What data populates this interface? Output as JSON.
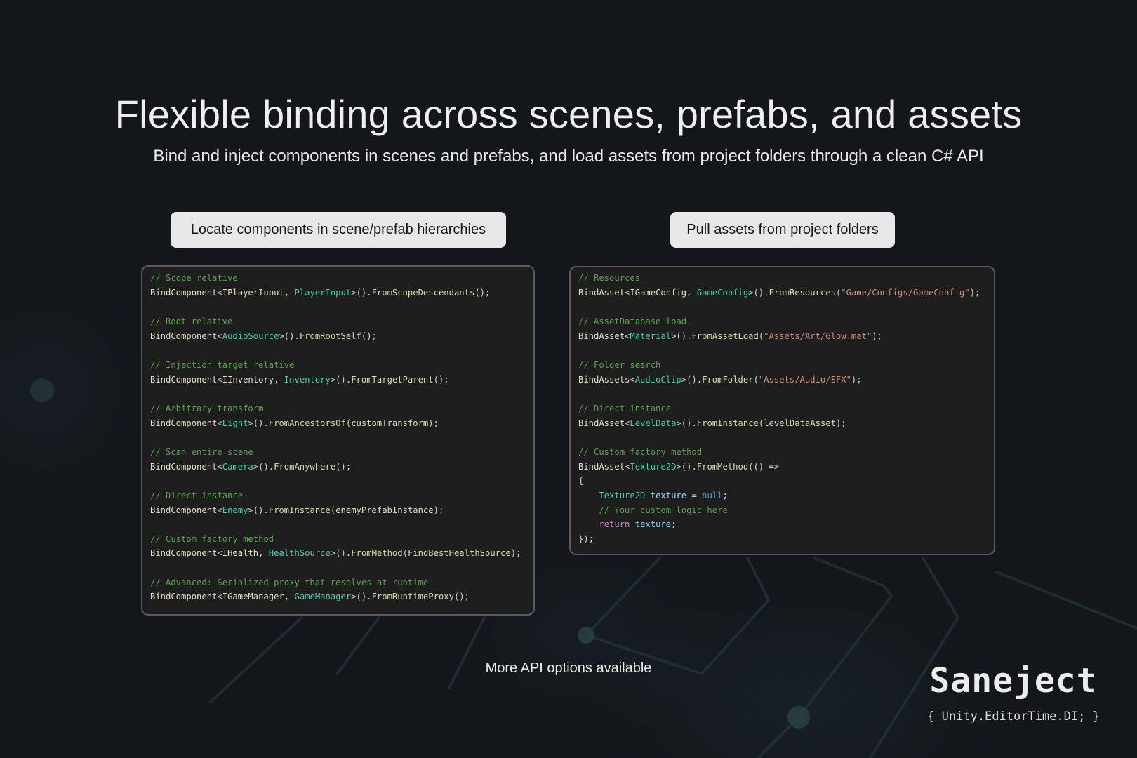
{
  "header": {
    "title": "Flexible binding across scenes, prefabs, and assets",
    "subtitle": "Bind and inject components in scenes and prefabs, and load assets from project folders through a clean C# API"
  },
  "sections": {
    "components": {
      "label": "Locate components in scene/prefab hierarchies",
      "code_lines": [
        [
          {
            "t": "// Scope relative",
            "c": "c"
          }
        ],
        [
          {
            "t": "BindComponent",
            "c": "b"
          },
          {
            "t": "<",
            "c": "p"
          },
          {
            "t": "IPlayerInput",
            "c": "b"
          },
          {
            "t": ", ",
            "c": "p"
          },
          {
            "t": "PlayerInput",
            "c": "t"
          },
          {
            "t": ">().",
            "c": "p"
          },
          {
            "t": "FromScopeDescendants",
            "c": "m"
          },
          {
            "t": "();",
            "c": "p"
          }
        ],
        [],
        [
          {
            "t": "// Root relative",
            "c": "c"
          }
        ],
        [
          {
            "t": "BindComponent",
            "c": "b"
          },
          {
            "t": "<",
            "c": "p"
          },
          {
            "t": "AudioSource",
            "c": "t"
          },
          {
            "t": ">().",
            "c": "p"
          },
          {
            "t": "FromRootSelf",
            "c": "m"
          },
          {
            "t": "();",
            "c": "p"
          }
        ],
        [],
        [
          {
            "t": "// Injection target relative",
            "c": "c"
          }
        ],
        [
          {
            "t": "BindComponent",
            "c": "b"
          },
          {
            "t": "<",
            "c": "p"
          },
          {
            "t": "IInventory",
            "c": "b"
          },
          {
            "t": ", ",
            "c": "p"
          },
          {
            "t": "Inventory",
            "c": "t"
          },
          {
            "t": ">().",
            "c": "p"
          },
          {
            "t": "FromTargetParent",
            "c": "m"
          },
          {
            "t": "();",
            "c": "p"
          }
        ],
        [],
        [
          {
            "t": "// Arbitrary transform",
            "c": "c"
          }
        ],
        [
          {
            "t": "BindComponent",
            "c": "b"
          },
          {
            "t": "<",
            "c": "p"
          },
          {
            "t": "Light",
            "c": "t"
          },
          {
            "t": ">().",
            "c": "p"
          },
          {
            "t": "FromAncestorsOf",
            "c": "m"
          },
          {
            "t": "(",
            "c": "p"
          },
          {
            "t": "customTransform",
            "c": "b"
          },
          {
            "t": ");",
            "c": "p"
          }
        ],
        [],
        [
          {
            "t": "// Scan entire scene",
            "c": "c"
          }
        ],
        [
          {
            "t": "BindComponent",
            "c": "b"
          },
          {
            "t": "<",
            "c": "p"
          },
          {
            "t": "Camera",
            "c": "t"
          },
          {
            "t": ">().",
            "c": "p"
          },
          {
            "t": "FromAnywhere",
            "c": "m"
          },
          {
            "t": "();",
            "c": "p"
          }
        ],
        [],
        [
          {
            "t": "// Direct instance",
            "c": "c"
          }
        ],
        [
          {
            "t": "BindComponent",
            "c": "b"
          },
          {
            "t": "<",
            "c": "p"
          },
          {
            "t": "Enemy",
            "c": "t"
          },
          {
            "t": ">().",
            "c": "p"
          },
          {
            "t": "FromInstance",
            "c": "m"
          },
          {
            "t": "(",
            "c": "p"
          },
          {
            "t": "enemyPrefabInstance",
            "c": "b"
          },
          {
            "t": ");",
            "c": "p"
          }
        ],
        [],
        [
          {
            "t": "// Custom factory method",
            "c": "c"
          }
        ],
        [
          {
            "t": "BindComponent",
            "c": "b"
          },
          {
            "t": "<",
            "c": "p"
          },
          {
            "t": "IHealth",
            "c": "b"
          },
          {
            "t": ", ",
            "c": "p"
          },
          {
            "t": "HealthSource",
            "c": "t"
          },
          {
            "t": ">().",
            "c": "p"
          },
          {
            "t": "FromMethod",
            "c": "m"
          },
          {
            "t": "(",
            "c": "p"
          },
          {
            "t": "FindBestHealthSource",
            "c": "m"
          },
          {
            "t": ");",
            "c": "p"
          }
        ],
        [],
        [
          {
            "t": "// Advanced: Serialized proxy that resolves at runtime",
            "c": "c"
          }
        ],
        [
          {
            "t": "BindComponent",
            "c": "b"
          },
          {
            "t": "<",
            "c": "p"
          },
          {
            "t": "IGameManager",
            "c": "b"
          },
          {
            "t": ", ",
            "c": "p"
          },
          {
            "t": "GameManager",
            "c": "t"
          },
          {
            "t": ">().",
            "c": "p"
          },
          {
            "t": "FromRuntimeProxy",
            "c": "m"
          },
          {
            "t": "();",
            "c": "p"
          }
        ]
      ]
    },
    "assets": {
      "label": "Pull assets from project folders",
      "code_lines": [
        [
          {
            "t": "// Resources",
            "c": "c"
          }
        ],
        [
          {
            "t": "BindAsset",
            "c": "b"
          },
          {
            "t": "<",
            "c": "p"
          },
          {
            "t": "IGameConfig",
            "c": "b"
          },
          {
            "t": ", ",
            "c": "p"
          },
          {
            "t": "GameConfig",
            "c": "t"
          },
          {
            "t": ">().",
            "c": "p"
          },
          {
            "t": "FromResources",
            "c": "m"
          },
          {
            "t": "(",
            "c": "p"
          },
          {
            "t": "\"Game/Configs/GameConfig\"",
            "c": "s"
          },
          {
            "t": ");",
            "c": "p"
          }
        ],
        [],
        [
          {
            "t": "// AssetDatabase load",
            "c": "c"
          }
        ],
        [
          {
            "t": "BindAsset",
            "c": "b"
          },
          {
            "t": "<",
            "c": "p"
          },
          {
            "t": "Material",
            "c": "t"
          },
          {
            "t": ">().",
            "c": "p"
          },
          {
            "t": "FromAssetLoad",
            "c": "m"
          },
          {
            "t": "(",
            "c": "p"
          },
          {
            "t": "\"Assets/Art/Glow.mat\"",
            "c": "s"
          },
          {
            "t": ");",
            "c": "p"
          }
        ],
        [],
        [
          {
            "t": "// Folder search",
            "c": "c"
          }
        ],
        [
          {
            "t": "BindAssets",
            "c": "b"
          },
          {
            "t": "<",
            "c": "p"
          },
          {
            "t": "AudioClip",
            "c": "t"
          },
          {
            "t": ">().",
            "c": "p"
          },
          {
            "t": "FromFolder",
            "c": "m"
          },
          {
            "t": "(",
            "c": "p"
          },
          {
            "t": "\"Assets/Audio/SFX\"",
            "c": "s"
          },
          {
            "t": ");",
            "c": "p"
          }
        ],
        [],
        [
          {
            "t": "// Direct instance",
            "c": "c"
          }
        ],
        [
          {
            "t": "BindAsset",
            "c": "b"
          },
          {
            "t": "<",
            "c": "p"
          },
          {
            "t": "LevelData",
            "c": "t"
          },
          {
            "t": ">().",
            "c": "p"
          },
          {
            "t": "FromInstance",
            "c": "m"
          },
          {
            "t": "(",
            "c": "p"
          },
          {
            "t": "levelDataAsset",
            "c": "b"
          },
          {
            "t": ");",
            "c": "p"
          }
        ],
        [],
        [
          {
            "t": "// Custom factory method",
            "c": "c"
          }
        ],
        [
          {
            "t": "BindAsset",
            "c": "b"
          },
          {
            "t": "<",
            "c": "p"
          },
          {
            "t": "Texture2D",
            "c": "t"
          },
          {
            "t": ">().",
            "c": "p"
          },
          {
            "t": "FromMethod",
            "c": "m"
          },
          {
            "t": "(() =>",
            "c": "p"
          }
        ],
        [
          {
            "t": "{",
            "c": "p"
          }
        ],
        [
          {
            "t": "    ",
            "c": "p"
          },
          {
            "t": "Texture2D",
            "c": "t"
          },
          {
            "t": " ",
            "c": "p"
          },
          {
            "t": "texture",
            "c": "v"
          },
          {
            "t": " = ",
            "c": "p"
          },
          {
            "t": "null",
            "c": "k"
          },
          {
            "t": ";",
            "c": "p"
          }
        ],
        [
          {
            "t": "    // Your custom logic here",
            "c": "c"
          }
        ],
        [
          {
            "t": "    ",
            "c": "p"
          },
          {
            "t": "return",
            "c": "r"
          },
          {
            "t": " ",
            "c": "p"
          },
          {
            "t": "texture",
            "c": "v"
          },
          {
            "t": ";",
            "c": "p"
          }
        ],
        [
          {
            "t": "});",
            "c": "p"
          }
        ]
      ]
    }
  },
  "footer": {
    "more_text": "More API options available",
    "logo": "Saneject",
    "tagline": "{ Unity.EditorTime.DI; }"
  },
  "colors": {
    "background": "#13161b",
    "panel_bg": "#1e1e1e",
    "panel_border": "#5a5a5a",
    "pill_bg": "#e8e8e8",
    "comment": "#57a64a",
    "type": "#4ec9b0",
    "method": "#dcdcaa",
    "string": "#ce9178",
    "variable": "#9cdcfe",
    "keyword": "#569cd6",
    "control_keyword": "#c586c0"
  }
}
